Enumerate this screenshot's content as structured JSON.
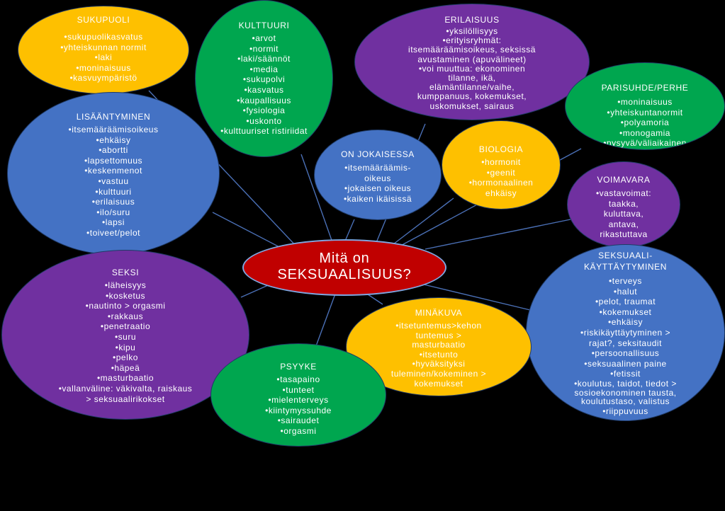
{
  "center": {
    "title": "Mitä on\nSEKSUAALISUUS?"
  },
  "bubbles": {
    "sukupuoli": {
      "title": "SUKUPUOLI",
      "items": [
        "sukupuolikasvatus",
        "yhteiskunnan normit",
        "laki",
        "moninaisuus",
        "kasvuympäristö"
      ]
    },
    "kulttuuri": {
      "title": "KULTTUURI",
      "items": [
        "arvot",
        "normit",
        "laki/säännöt",
        "media",
        "sukupolvi",
        "kasvatus",
        "kaupallisuus",
        "fysiologia",
        "uskonto",
        "kulttuuriset ristiriidat"
      ]
    },
    "erilaisuus": {
      "title": "ERILAISUUS",
      "items": [
        "yksilöllisyys",
        "erityisryhmät:\nitsemääräämisoikeus, seksissä\navustaminen (apuvälineet)",
        "voi muuttua: ekonominen\ntilanne, ikä,\nelämäntilanne/vaihe,\nkumppanuus, kokemukset,\nuskomukset, sairaus"
      ]
    },
    "parisuhde": {
      "title": "PARISUHDE/PERHE",
      "items": [
        "moninaisuus",
        "yhteiskuntanormit",
        "polyamoria",
        "monogamia",
        "pysyvä/väliaikainen"
      ]
    },
    "lisaantyminen": {
      "title": "LISÄÄNTYMINEN",
      "items": [
        "itsemääräämisoikeus",
        "ehkäisy",
        "abortti",
        "lapsettomuus",
        "keskenmenot",
        "vastuu",
        "kulttuuri",
        "erilaisuus",
        "ilo/suru",
        "lapsi",
        "toiveet/pelot"
      ]
    },
    "jokaisessa": {
      "title": "ON JOKAISESSA",
      "items": [
        "itsemääräämis-\noikeus",
        "jokaisen oikeus",
        "kaiken ikäisissä"
      ]
    },
    "biologia": {
      "title": "BIOLOGIA",
      "items": [
        "hormonit",
        "geenit",
        "hormonaalinen\nehkäisy"
      ]
    },
    "voimavara": {
      "title": "VOIMAVARA",
      "items": [
        "vastavoimat:\ntaakka,\nkuluttava,\nantava,\nrikastuttava"
      ]
    },
    "seksi": {
      "title": "SEKSI",
      "items": [
        "läheisyys",
        "kosketus",
        "nautinto > orgasmi",
        "rakkaus",
        "penetraatio",
        "suru",
        "kipu",
        "pelko",
        "häpeä",
        "masturbaatio",
        "vallanväline: väkivalta, raiskaus\n> seksuaalirikokset"
      ]
    },
    "kayttaytyminen": {
      "title": "SEKSUAALI-\nKÄYTTÄYTYMINEN",
      "items": [
        "terveys",
        "halut",
        "pelot, traumat",
        "kokemukset",
        "ehkäisy",
        "riskikäyttäytyminen >\nrajat?, seksitaudit",
        "persoonallisuus",
        "seksuaalinen paine",
        "fetissit",
        "koulutus, taidot, tiedot >\nsosioekonominen tausta,\nkoulutustaso, valistus",
        "riippuvuus"
      ]
    },
    "minakuva": {
      "title": "MINÄKUVA",
      "items": [
        "itsetuntemus>kehon\ntuntemus >\nmasturbaatio",
        "itsetunto",
        "hyväksityksi\ntuleminen/kokeminen >\nkokemukset"
      ]
    },
    "psyyke": {
      "title": "PSYYKE",
      "items": [
        "tasapaino",
        "tunteet",
        "mielenterveys",
        "kiintymyssuhde",
        "sairaudet",
        "orgasmi"
      ]
    }
  },
  "colors": {
    "yellow": "#fec000",
    "green": "#00a64f",
    "purple": "#7030a0",
    "blue": "#4472c4",
    "center": "#c00000",
    "line": "#4a6fb5"
  }
}
